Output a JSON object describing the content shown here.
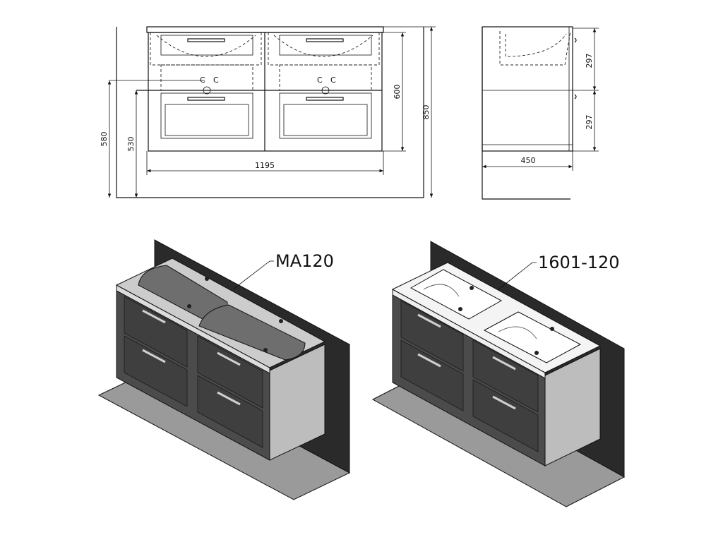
{
  "front_view": {
    "width_label": "1195",
    "height_label": "850",
    "cabinet_height_label": "600",
    "waste_height_label": "530",
    "supply_height_label": "580"
  },
  "side_view": {
    "depth_label": "450",
    "upper_drawer_label": "297",
    "lower_drawer_label": "297"
  },
  "variants": [
    {
      "model": "MA120",
      "sink_color": "#6e6e6e"
    },
    {
      "model": "1601-120",
      "sink_color": "#ffffff"
    }
  ],
  "colors": {
    "cabinet_front": "#4b4b4b",
    "cabinet_dark": "#3a3a3a",
    "cabinet_side": "#bdbdbd",
    "wall": "#2a2a2a",
    "floor": "#9a9a9a"
  }
}
